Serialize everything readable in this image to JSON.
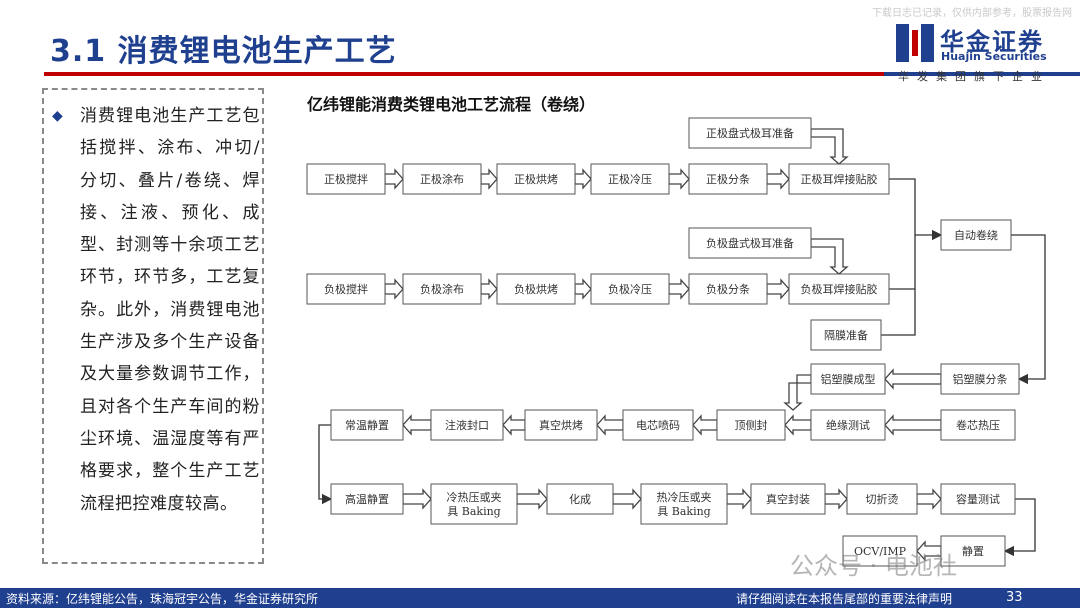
{
  "header": {
    "title": "3.1 消费锂电池生产工艺",
    "watermark": "下载日志已记录，仅供内部参考，股票报告网"
  },
  "logo": {
    "name": "华金证券",
    "english": "Huajin Securities",
    "subtitle": "华发集团旗下企业"
  },
  "text_panel": {
    "bullet": "◆",
    "body": "消费锂电池生产工艺包括搅拌、涂布、冲切/分切、叠片/卷绕、焊接、注液、预化、成型、封测等十余项工艺环节，环节多，工艺复杂。此外，消费锂电池生产涉及多个生产设备及大量参数调节工作，且对各个生产车间的粉尘环境、温湿度等有严格要求，整个生产工艺流程把控难度较高。"
  },
  "diagram": {
    "title": "亿纬锂能消费类锂电池工艺流程（卷绕）",
    "nodes": {
      "pos_mix": "正极搅拌",
      "pos_coat": "正极涂布",
      "pos_bake": "正极烘烤",
      "pos_press": "正极冷压",
      "pos_slit": "正极分条",
      "pos_tab_prep": "正极盘式极耳准备",
      "pos_weld": "正极耳焊接贴胶",
      "wind": "自动卷绕",
      "neg_tab_prep": "负极盘式极耳准备",
      "neg_mix": "负极搅拌",
      "neg_coat": "负极涂布",
      "neg_bake": "负极烘烤",
      "neg_press": "负极冷压",
      "neg_slit": "负极分条",
      "neg_weld": "负极耳焊接贴胶",
      "separator": "隔膜准备",
      "film_form": "铝塑膜成型",
      "film_slit": "铝塑膜分条",
      "rt_rest": "常温静置",
      "inject": "注液封口",
      "vac_bake": "真空烘烤",
      "code": "电芯喷码",
      "top_seal": "顶侧封",
      "insul": "绝缘测试",
      "hot_press": "卷芯热压",
      "ht_rest": "高温静置",
      "cold_bake_1": "冷热压或夹",
      "cold_bake_2": "具 Baking",
      "formation": "化成",
      "hot_cold_1": "热冷压或夹",
      "hot_cold_2": "具 Baking",
      "vac_seal": "真空封装",
      "fold": "切折烫",
      "capacity": "容量测试",
      "ocv": "OCV/IMP",
      "rest": "静置"
    }
  },
  "footer": {
    "source": "资料来源：亿纬锂能公告，珠海冠宇公告，华金证券研究所",
    "notice": "请仔细阅读在本报告尾部的重要法律声明",
    "page": "33",
    "watermark": "公众号 · 电池社"
  },
  "colors": {
    "brand_blue": "#1f3f8f",
    "accent_red": "#c00000"
  }
}
